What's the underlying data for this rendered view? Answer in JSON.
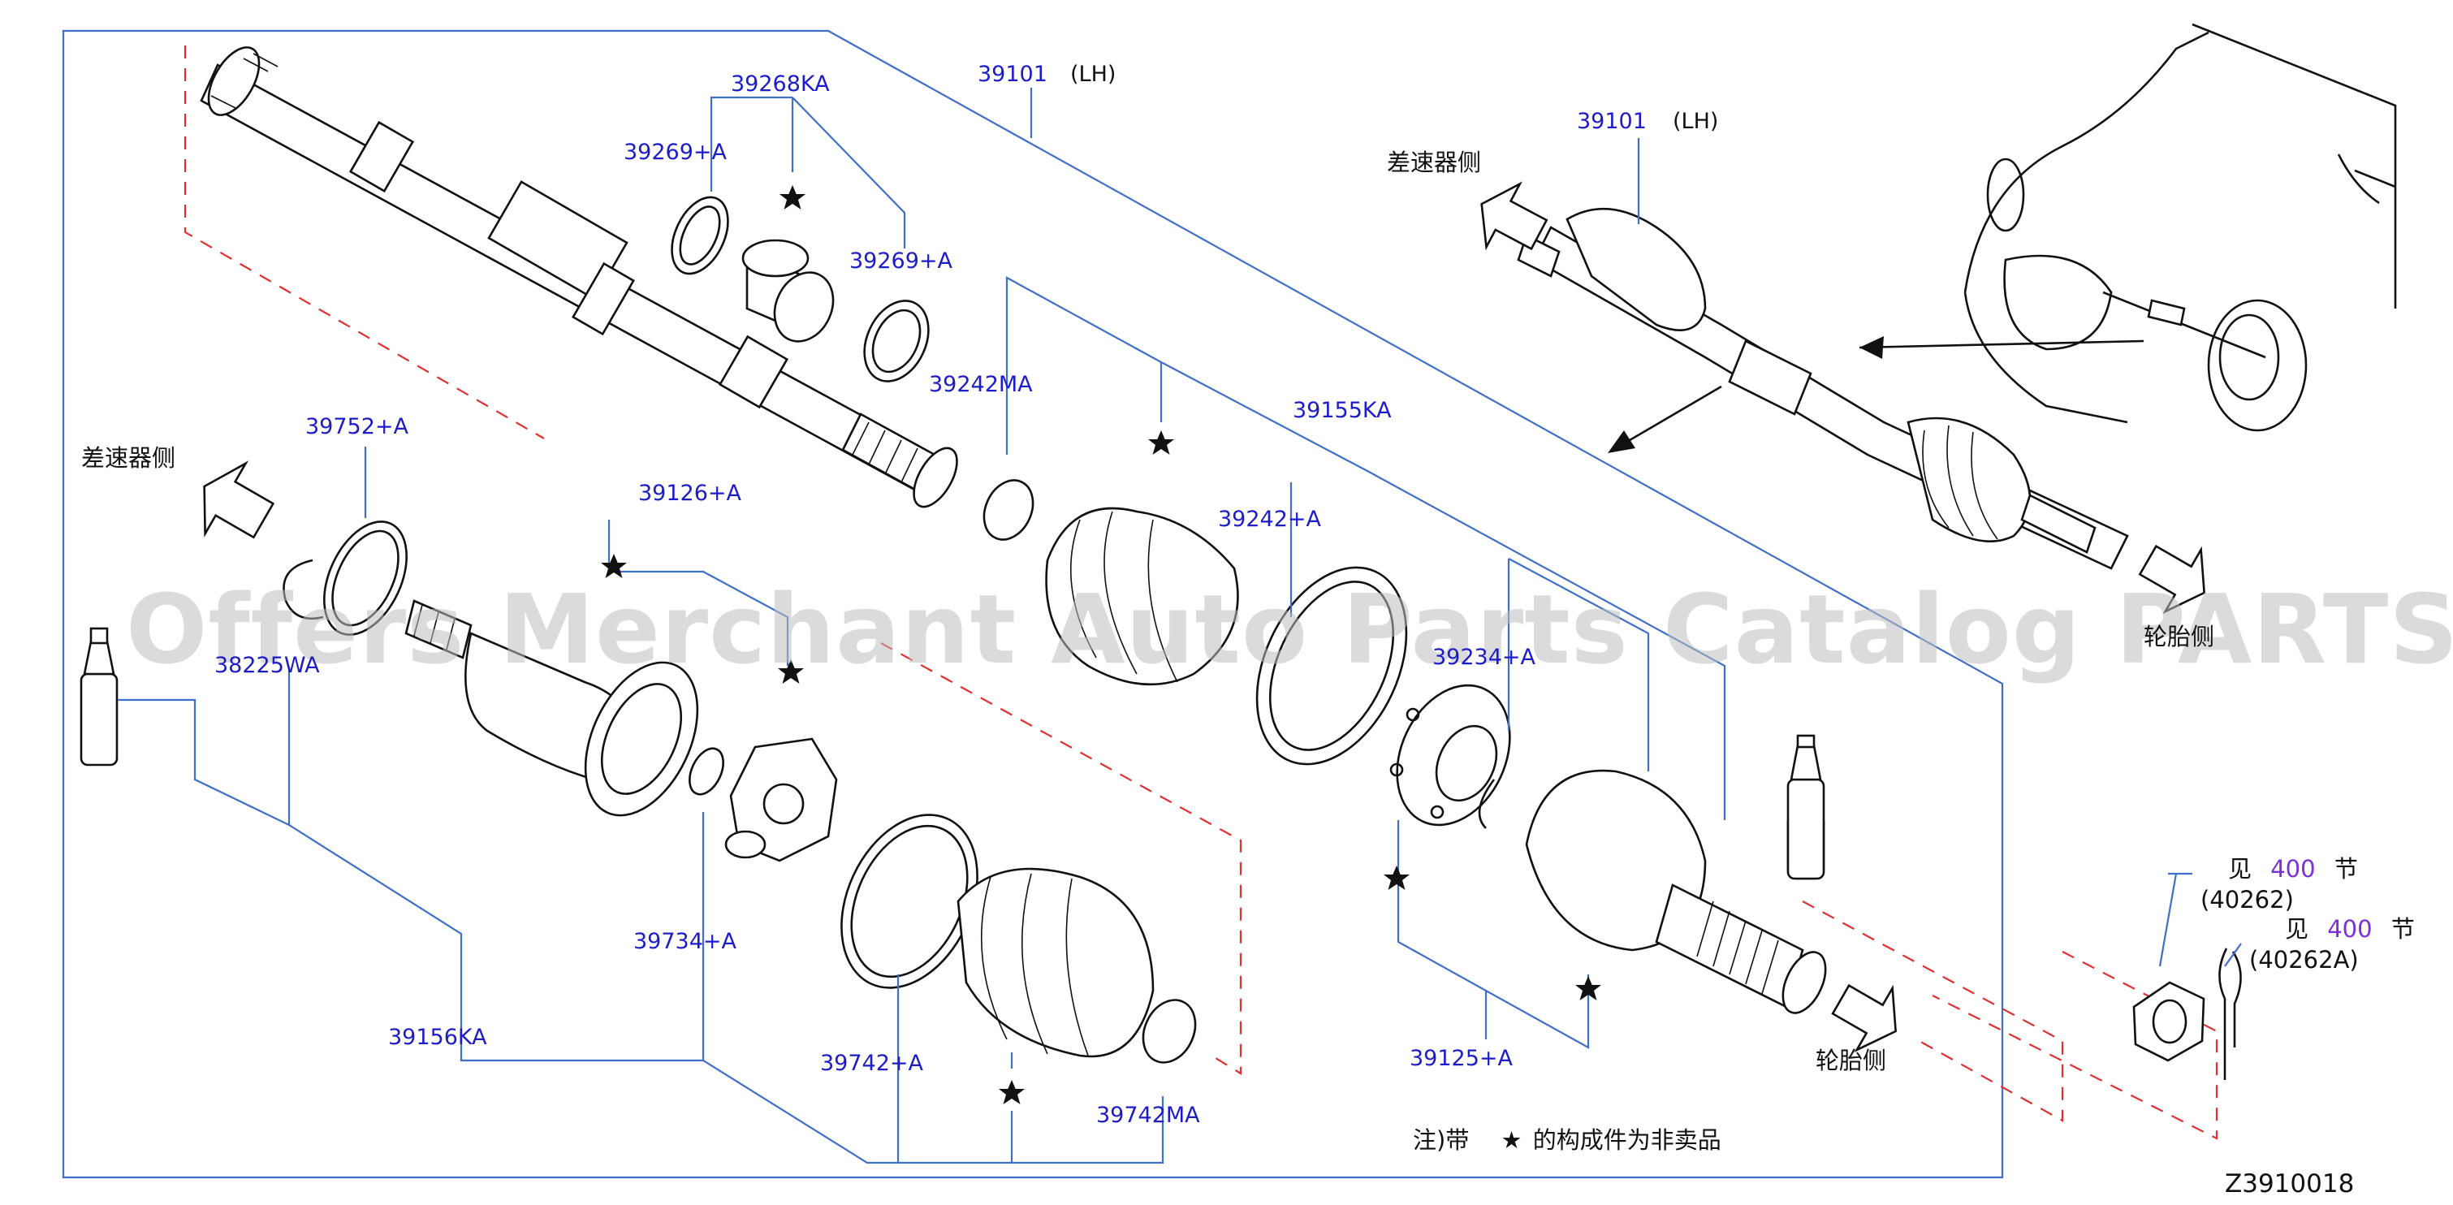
{
  "labels": {
    "p39101_main": "39101",
    "lh_main": "(LH)",
    "p39268KA": "39268KA",
    "p39269A_left": "39269+A",
    "p39269A_right": "39269+A",
    "p39242MA": "39242MA",
    "p39155KA": "39155KA",
    "p39752A": "39752+A",
    "p39126A": "39126+A",
    "p39242A": "39242+A",
    "p38225WA": "38225WA",
    "p39234A": "39234+A",
    "p39734A": "39734+A",
    "p39156KA": "39156KA",
    "p39742A": "39742+A",
    "p39742MA": "39742MA",
    "p39125A": "39125+A",
    "p39101_inset": "39101",
    "lh_inset": "(LH)"
  },
  "directions": {
    "diff_side_left": "差速器侧",
    "diff_side_inset": "差速器侧",
    "tire_side_main": "轮胎侧",
    "tire_side_inset": "轮胎侧"
  },
  "references": [
    {
      "prefix": "见",
      "section": "400",
      "suffix": "节",
      "code": "(40262)"
    },
    {
      "prefix": "见",
      "section": "400",
      "suffix": "节",
      "code": "(40262A)"
    }
  ],
  "note": {
    "prefix": "注)带",
    "star": "★",
    "suffix": "的构成件为非卖品"
  },
  "watermark": "Offers Merchant Auto Parts Catalog PARTSTORE.SA",
  "diagram_code": "Z3910018",
  "colors": {
    "part_number": "#1d1dc8",
    "leader_line": "#3f6fc8",
    "dashed_line": "#e03030",
    "ink": "#111111",
    "section_number": "#7b2fd6"
  }
}
